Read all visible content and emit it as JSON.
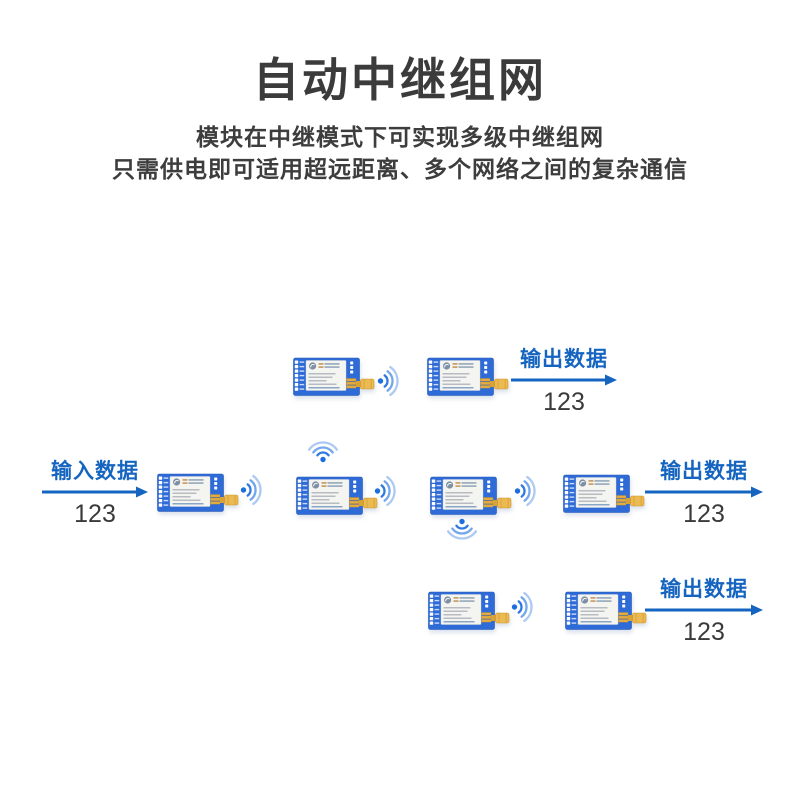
{
  "header": {
    "title": "自动中继组网",
    "subtitle_line1": "模块在中继模式下可实现多级中继组网",
    "subtitle_line2": "只需供电即可适用超远距离、多个网络之间的复杂通信"
  },
  "diagram": {
    "input": {
      "label": "输入数据",
      "value": "123"
    },
    "outputs": [
      {
        "label": "输出数据",
        "value": "123"
      },
      {
        "label": "输出数据",
        "value": "123"
      },
      {
        "label": "输出数据",
        "value": "123"
      }
    ],
    "icons": {
      "module": "rf-module-icon",
      "wifi": "wifi-signal-icon",
      "arrow": "flow-arrow-icon"
    },
    "module_count": 8,
    "rows": 3
  },
  "colors": {
    "accent_blue": "#1565c0",
    "module_blue": "#2f6bd7",
    "antenna_gold": "#e9b64d",
    "dark_text": "#3b3b3b",
    "background": "#ffffff"
  }
}
